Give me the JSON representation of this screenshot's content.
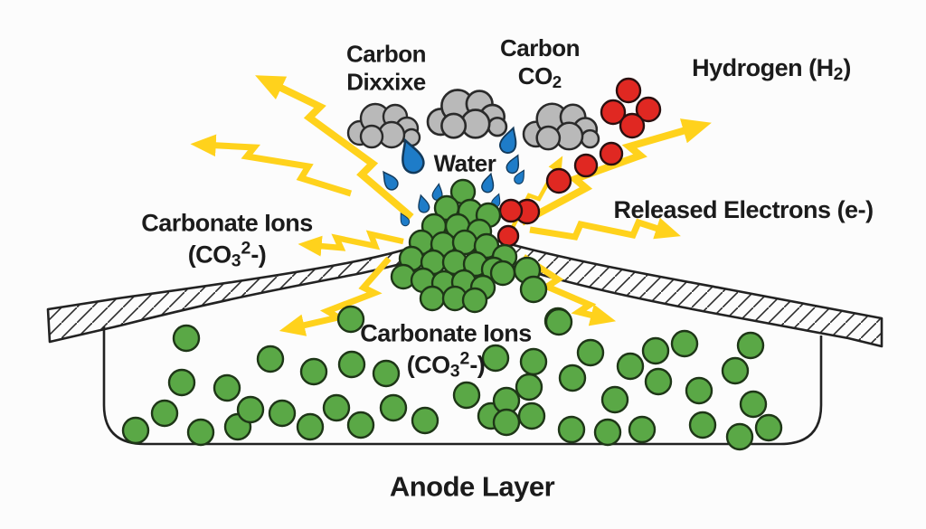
{
  "labels": {
    "carbon_dioxide": {
      "line1": "Carbon",
      "line2": "Dixxixe"
    },
    "carbon_co2": {
      "line1": "Carbon",
      "base": "CO",
      "sub": "2"
    },
    "hydrogen": {
      "pre": "Hydrogen (H",
      "sub": "2",
      "post": ")"
    },
    "water": {
      "text": "Water"
    },
    "released_electrons": {
      "text": "Released Electrons (e-)"
    },
    "carbonate_left": {
      "line1": "Carbonate Ions",
      "open": "(CO",
      "sub": "3",
      "sup": "2",
      "close": "-)"
    },
    "carbonate_center": {
      "line1": "Carbonate Ions",
      "open": "(CO",
      "sub": "3",
      "sup": "2",
      "close": "-)"
    },
    "anode": {
      "text": "Anode Layer"
    }
  },
  "colors": {
    "bg": "#fcfcfc",
    "ink": "#1b1b1b",
    "outline": "#222222",
    "green": "#5aa846",
    "green_stroke": "#1e3617",
    "red": "#e02822",
    "red_stroke": "#2a1010",
    "yellow": "#ffd21c",
    "blue": "#1e7cc8",
    "blue_stroke": "#123a5c",
    "gray": "#b9b9b9",
    "cloud_stroke": "#2a2a2a"
  },
  "particles": {
    "green_radius_cluster": 13,
    "green_radius_scatter": 14,
    "cluster": [
      [
        512,
        212
      ],
      [
        494,
        230
      ],
      [
        520,
        234
      ],
      [
        540,
        238
      ],
      [
        480,
        250
      ],
      [
        506,
        250
      ],
      [
        530,
        256
      ],
      [
        466,
        268
      ],
      [
        490,
        270
      ],
      [
        514,
        268
      ],
      [
        538,
        272
      ],
      [
        558,
        284
      ],
      [
        455,
        286
      ],
      [
        479,
        290
      ],
      [
        503,
        290
      ],
      [
        526,
        292
      ],
      [
        546,
        298
      ],
      [
        446,
        306
      ],
      [
        468,
        310
      ],
      [
        491,
        313
      ],
      [
        513,
        312
      ],
      [
        534,
        318
      ],
      [
        478,
        330
      ],
      [
        503,
        330
      ],
      [
        525,
        332
      ],
      [
        556,
        302
      ]
    ],
    "scatter": [
      [
        388,
        353
      ],
      [
        583,
        299
      ],
      [
        590,
        320
      ],
      [
        617,
        355
      ],
      [
        548,
        396
      ],
      [
        206,
        374
      ],
      [
        299,
        397
      ],
      [
        347,
        411
      ],
      [
        389,
        403
      ],
      [
        427,
        413
      ],
      [
        201,
        423
      ],
      [
        251,
        429
      ],
      [
        182,
        457
      ],
      [
        150,
        476
      ],
      [
        222,
        478
      ],
      [
        263,
        472
      ],
      [
        277,
        453
      ],
      [
        312,
        457
      ],
      [
        343,
        472
      ],
      [
        372,
        451
      ],
      [
        399,
        470
      ],
      [
        435,
        451
      ],
      [
        470,
        465
      ],
      [
        516,
        437
      ],
      [
        543,
        460
      ],
      [
        618,
        356
      ],
      [
        653,
        390
      ],
      [
        725,
        388
      ],
      [
        757,
        380
      ],
      [
        830,
        382
      ],
      [
        697,
        405
      ],
      [
        633,
        418
      ],
      [
        728,
        422
      ],
      [
        773,
        432
      ],
      [
        813,
        410
      ],
      [
        680,
        442
      ],
      [
        590,
        400
      ],
      [
        585,
        428
      ],
      [
        560,
        443
      ],
      [
        588,
        460
      ],
      [
        560,
        467
      ],
      [
        632,
        475
      ],
      [
        672,
        478
      ],
      [
        710,
        475
      ],
      [
        777,
        470
      ],
      [
        818,
        483
      ],
      [
        833,
        447
      ],
      [
        850,
        473
      ]
    ],
    "hydrogen": [
      [
        695,
        100,
        13
      ],
      [
        678,
        124,
        13
      ],
      [
        717,
        121,
        13
      ],
      [
        699,
        139,
        13
      ],
      [
        676,
        170,
        12
      ],
      [
        648,
        183,
        12
      ],
      [
        618,
        200,
        13
      ],
      [
        583,
        234,
        13
      ],
      [
        565,
        233,
        12
      ],
      [
        562,
        261,
        11
      ]
    ],
    "droplets": [
      [
        455,
        174,
        1.25,
        -20
      ],
      [
        431,
        200,
        0.75,
        -35
      ],
      [
        468,
        226,
        0.65,
        -15
      ],
      [
        484,
        213,
        0.6,
        8
      ],
      [
        497,
        235,
        0.5,
        -5
      ],
      [
        519,
        241,
        0.5,
        12
      ],
      [
        540,
        203,
        0.7,
        15
      ],
      [
        563,
        156,
        0.95,
        18
      ],
      [
        568,
        182,
        0.7,
        25
      ],
      [
        575,
        196,
        0.55,
        30
      ],
      [
        549,
        222,
        0.5,
        20
      ],
      [
        508,
        214,
        0.5,
        0
      ],
      [
        447,
        243,
        0.5,
        -28
      ]
    ],
    "clouds": [
      [
        425,
        140,
        1.0
      ],
      [
        517,
        127,
        1.1
      ],
      [
        621,
        141,
        1.05
      ]
    ]
  },
  "bolts": [
    {
      "width": 8,
      "points": [
        [
          455,
          240
        ],
        [
          400,
          193
        ],
        [
          412,
          181
        ],
        [
          342,
          130
        ],
        [
          354,
          118
        ],
        [
          296,
          90
        ]
      ]
    },
    {
      "width": 7,
      "points": [
        [
          388,
          214
        ],
        [
          333,
          197
        ],
        [
          341,
          184
        ],
        [
          273,
          173
        ],
        [
          281,
          163
        ],
        [
          224,
          160
        ]
      ]
    },
    {
      "width": 6.5,
      "points": [
        [
          446,
          267
        ],
        [
          410,
          259
        ],
        [
          415,
          272
        ],
        [
          372,
          263
        ],
        [
          377,
          274
        ],
        [
          342,
          271
        ]
      ]
    },
    {
      "width": 7,
      "points": [
        [
          430,
          286
        ],
        [
          402,
          318
        ],
        [
          414,
          324
        ],
        [
          362,
          344
        ],
        [
          374,
          351
        ],
        [
          322,
          363
        ]
      ]
    },
    {
      "width": 4.5,
      "points": [
        [
          563,
          259
        ],
        [
          585,
          216
        ],
        [
          596,
          220
        ],
        [
          618,
          180
        ]
      ]
    },
    {
      "width": 8,
      "points": [
        [
          577,
          246
        ],
        [
          648,
          208
        ],
        [
          636,
          198
        ],
        [
          708,
          172
        ],
        [
          696,
          162
        ],
        [
          772,
          140
        ]
      ]
    },
    {
      "width": 7,
      "points": [
        [
          586,
          254
        ],
        [
          636,
          262
        ],
        [
          642,
          248
        ],
        [
          700,
          260
        ],
        [
          706,
          246
        ],
        [
          740,
          257
        ]
      ]
    },
    {
      "width": 7,
      "points": [
        [
          579,
          284
        ],
        [
          617,
          309
        ],
        [
          605,
          317
        ],
        [
          652,
          337
        ],
        [
          640,
          345
        ],
        [
          668,
          352
        ]
      ]
    }
  ]
}
